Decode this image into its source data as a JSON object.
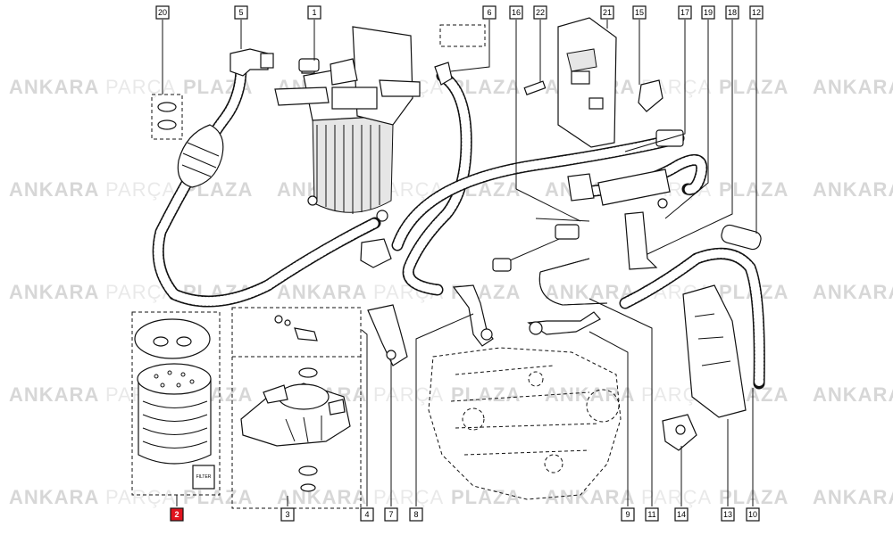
{
  "watermark": {
    "word1": "ANKARA",
    "word2": "PARÇA",
    "word3": "PLAZA",
    "color_dark": "#b8b8b8",
    "color_light": "#d8d8d8"
  },
  "highlight_color": "#e0141e",
  "callouts": {
    "c1": "1",
    "c2": "2",
    "c3": "3",
    "c4": "4",
    "c5": "5",
    "c6": "6",
    "c7": "7",
    "c8": "8",
    "c9": "9",
    "c10": "10",
    "c11": "11",
    "c12": "12",
    "c13": "13",
    "c14": "14",
    "c15": "15",
    "c16": "16",
    "c17": "17",
    "c18": "18",
    "c19": "19",
    "c20": "20",
    "c21": "21",
    "c22": "22"
  },
  "filter_label": "FILTER",
  "highlighted_part": "2"
}
